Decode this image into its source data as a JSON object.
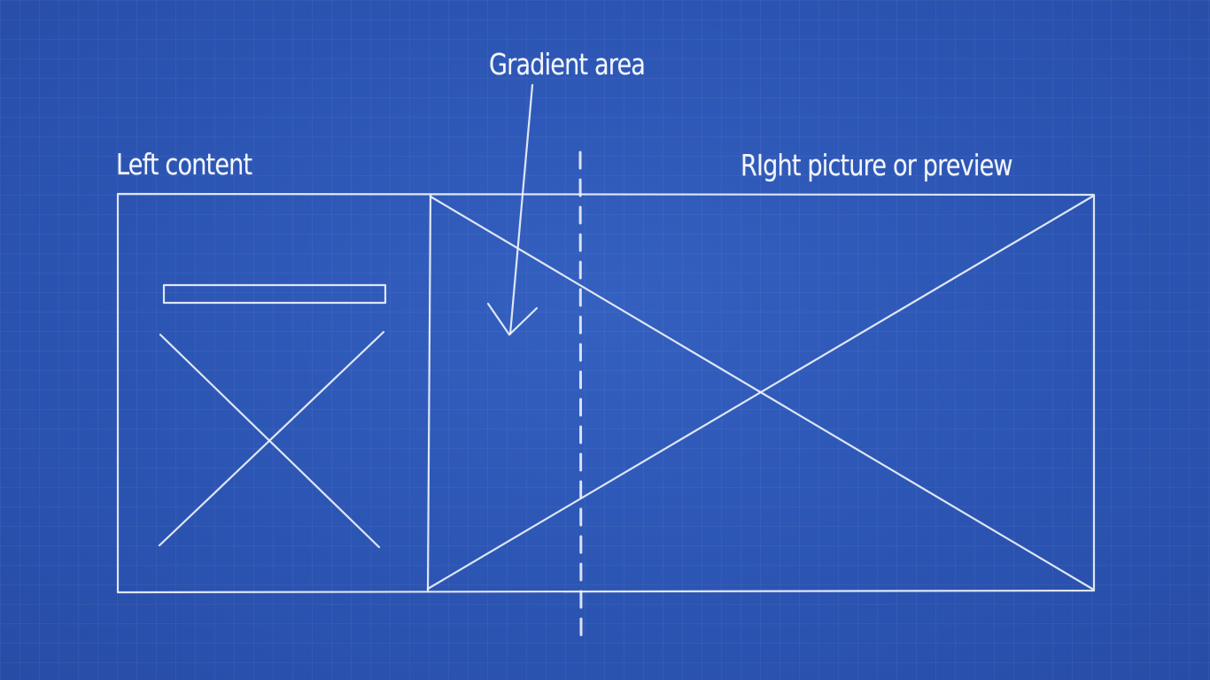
{
  "diagram": {
    "labels": {
      "gradient_area": "Gradient area",
      "left_content": "Left content",
      "right_picture": "RIght picture or preview"
    }
  },
  "colors": {
    "background": "#2c55b3",
    "line": "#eef2fb"
  }
}
